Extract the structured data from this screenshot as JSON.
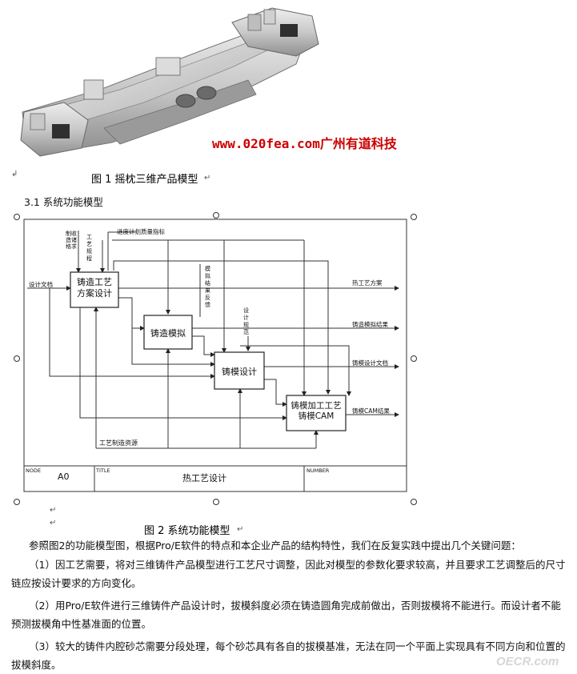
{
  "watermark": "www.020fea.com广州有道科技",
  "fig1_caption": "图 1 摇枕三维产品模型",
  "section_heading": "3.1 系统功能模型",
  "diagram": {
    "boxes": {
      "b1": [
        "铸造工艺",
        "方案设计"
      ],
      "b2": "铸造模拟",
      "b3": "铸模设计",
      "b4": [
        "铸模加工工艺",
        "铸模CAM"
      ]
    },
    "inputs": {
      "top1": [
        "制",
        "收",
        "造",
        "诸",
        "格",
        "求"
      ],
      "top2": [
        "工",
        "艺",
        "规",
        "程"
      ],
      "top3": "进度计划质量指标",
      "left": "设计文档",
      "feedback1": [
        "模",
        "拟",
        "结",
        "果",
        "反",
        "馈"
      ],
      "feedback2": [
        "设",
        "计",
        "规",
        "范"
      ],
      "mechanism": "工艺制造资源"
    },
    "outputs": [
      "热工艺方案",
      "铸造模拟结果",
      "铸模设计文档",
      "铸模CAM结果"
    ],
    "footer": {
      "node_label": "NODE",
      "node_value": "A0",
      "title_label": "TITLE",
      "title_value": "热工艺设计",
      "number_label": "NUMBER"
    }
  },
  "fig2_caption": "图 2 系统功能模型",
  "paragraphs": {
    "intro": "参照图2的功能模型图，根据Pro/E软件的特点和本企业产品的结构特性，我们在反复实践中提出几个关键问题：",
    "p1": "（1）因工艺需要，将对三维铸件产品模型进行工艺尺寸调整，因此对模型的参数化要求较高，并且要求工艺调整后的尺寸链应按设计要求的方向变化。",
    "p2": "（2）用Pro/E软件进行三维铸件产品设计时，拔模斜度必须在铸造圆角完成前做出，否则拔模将不能进行。而设计者不能预测拔模角中性基准面的位置。",
    "p3": "（3）较大的铸件内腔砂芯需要分段处理，每个砂芯具有各自的拔模基准，无法在同一个平面上实现具有不同方向和位置的拔模斜度。"
  },
  "site_watermark": "OECR.com"
}
